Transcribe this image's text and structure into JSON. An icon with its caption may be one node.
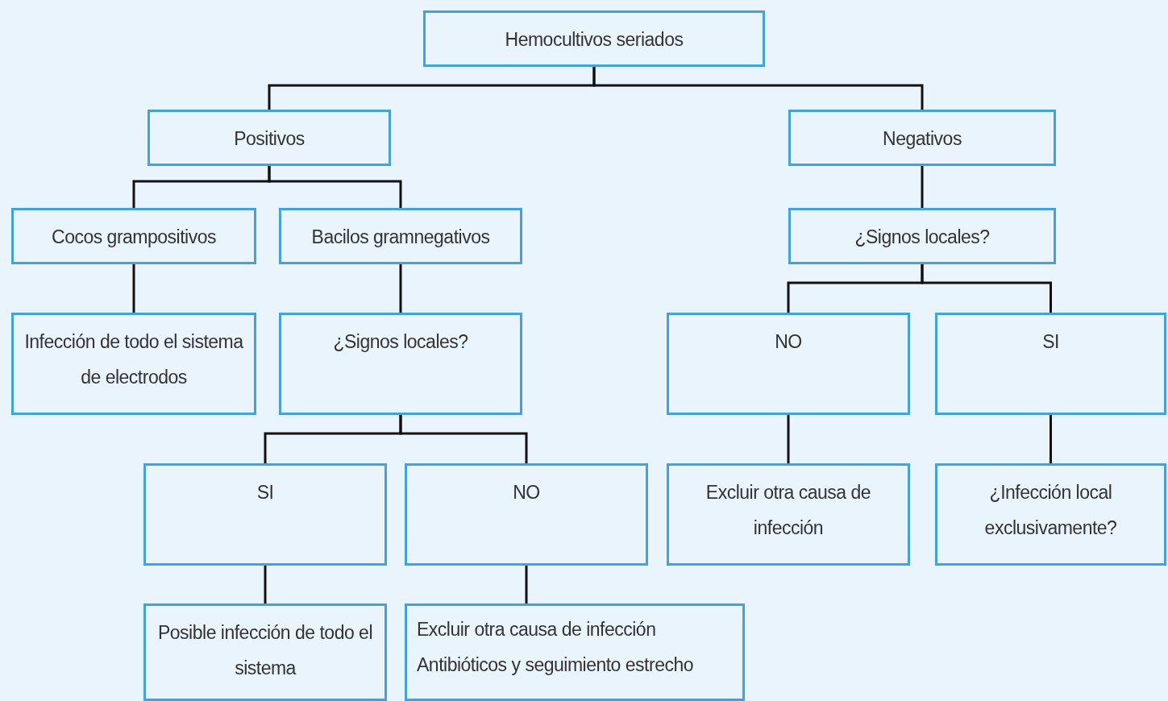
{
  "diagram": {
    "nodes": [
      {
        "text": [
          "Hemocultivos seriados"
        ]
      },
      {
        "text": [
          "Positivos"
        ]
      },
      {
        "text": [
          "Negativos"
        ]
      },
      {
        "text": [
          "Cocos grampositivos"
        ]
      },
      {
        "text": [
          "Bacilos gramnegativos"
        ]
      },
      {
        "text": [
          "¿Signos locales?"
        ]
      },
      {
        "text": [
          "Infección de todo el sistema de electrodos"
        ]
      },
      {
        "text": [
          "¿Signos locales?"
        ]
      },
      {
        "text": [
          "NO"
        ]
      },
      {
        "text": [
          "SI"
        ]
      },
      {
        "text": [
          "SI"
        ]
      },
      {
        "text": [
          "NO"
        ]
      },
      {
        "text": [
          "Excluir otra causa de infección"
        ]
      },
      {
        "text": [
          "¿Infección local exclusivamente?"
        ]
      },
      {
        "text": [
          "Posible infección de todo el sistema"
        ]
      },
      {
        "text": [
          "Excluir otra causa de infección",
          "Antibióticos y seguimiento estrecho"
        ]
      }
    ],
    "edges": [
      {
        "from": 0,
        "to": 1,
        "arrow": "none"
      },
      {
        "from": 0,
        "to": 2,
        "arrow": "none"
      },
      {
        "from": 1,
        "to": 3,
        "arrow": "none"
      },
      {
        "from": 1,
        "to": 4,
        "arrow": "none"
      },
      {
        "from": 2,
        "to": 5,
        "arrow": "none"
      },
      {
        "from": 3,
        "to": 6,
        "arrow": "none"
      },
      {
        "from": 4,
        "to": 7,
        "arrow": "none"
      },
      {
        "from": 5,
        "to": 8,
        "arrow": "none"
      },
      {
        "from": 5,
        "to": 9,
        "arrow": "none"
      },
      {
        "from": 7,
        "to": 10,
        "arrow": "none"
      },
      {
        "from": 7,
        "to": 11,
        "arrow": "none"
      },
      {
        "from": 8,
        "to": 12,
        "arrow": "none"
      },
      {
        "from": 9,
        "to": 13,
        "arrow": "none"
      },
      {
        "from": 10,
        "to": 14,
        "arrow": "none"
      },
      {
        "from": 11,
        "to": 15,
        "arrow": "none"
      }
    ]
  }
}
